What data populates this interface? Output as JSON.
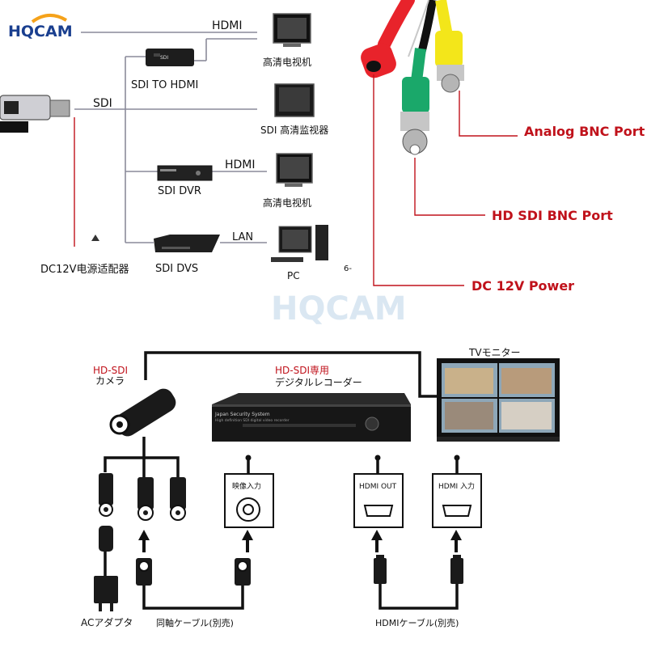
{
  "brand": {
    "logo_text": "HQCAM",
    "watermark_text": "HQCAM"
  },
  "top_diagram": {
    "labels": {
      "hdmi_top": "HDMI",
      "sdi_to_hdmi": "SDI TO HDMI",
      "tv_1": "高清电视机",
      "sdi": "SDI",
      "sdi_monitor": "SDI 高清监视器",
      "hdmi_mid": "HDMI",
      "sdi_dvr": "SDI DVR",
      "tv_2": "高清电视机",
      "lan": "LAN",
      "dc_adapter": "DC12V电源适配器",
      "sdi_dvs": "SDI DVS",
      "pc": "PC",
      "small_mark": "6-"
    },
    "device_text": {
      "box_label": "SDI"
    }
  },
  "cable_callouts": {
    "analog": "Analog BNC Port",
    "hdsdi": "HD SDI BNC Port",
    "power": "DC 12V Power"
  },
  "bottom_diagram": {
    "camera_label_1": "HD-SDI",
    "camera_label_2": "カメラ",
    "recorder_label_1": "HD-SDI専用",
    "recorder_label_2": "デジタルレコーダー",
    "recorder_brand": "Japan Security System",
    "recorder_sub": "High definition SDI digital video recorder",
    "monitor_label": "TVモニター",
    "port_video_in": "映像入力",
    "port_hdmi_out": "HDMI OUT",
    "port_hdmi_in": "HDMI 入力",
    "ac_adapter": "ACアダプタ",
    "coax_cable": "同軸ケーブル(別売)",
    "hdmi_cable": "HDMIケーブル(別売)"
  },
  "colors": {
    "accent_red": "#c0121b",
    "line_gray": "#8a8a9a",
    "connector_red": "#e8232b",
    "connector_yellow": "#f3e61a",
    "connector_green": "#1aa86a",
    "logo_blue": "#1a3f8f",
    "logo_orange": "#f5a21a"
  }
}
